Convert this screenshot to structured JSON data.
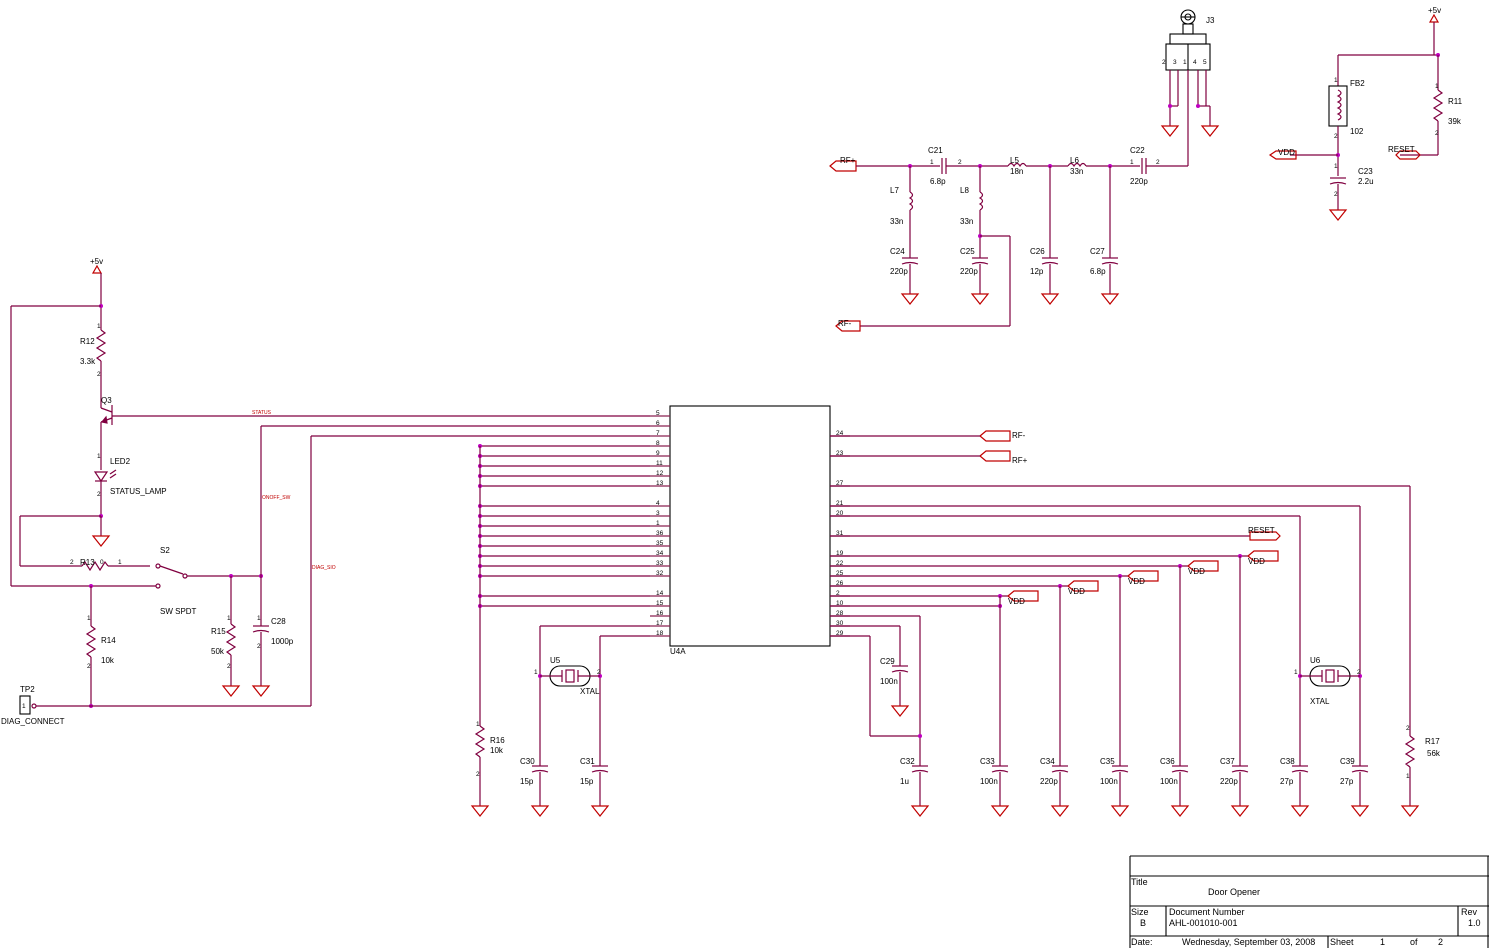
{
  "title_block": {
    "title_label": "Title",
    "title_value": "Door Opener",
    "size_label": "Size",
    "size_value": "B",
    "docnum_label": "Document Number",
    "docnum_value": "AHL-001010-001",
    "rev_label": "Rev",
    "rev_value": "1.0",
    "date_label": "Date:",
    "date_value": "Wednesday, September 03, 2008",
    "sheet_label": "Sheet",
    "sheet_num": "1",
    "of_label": "of",
    "sheet_total": "2"
  },
  "power": {
    "plus5": "+5v",
    "vdd": "VDD",
    "reset": "RESET",
    "rf_plus": "RF+",
    "rf_minus": "RF-"
  },
  "nets": {
    "status": "STATUS",
    "onoff": "ONOFF_SW",
    "diag": "DIAG_SIO"
  },
  "components": {
    "J3": "J3",
    "FB2": "FB2",
    "FB2_val": "102",
    "R11": "R11",
    "R11_val": "39k",
    "C23": "C23",
    "C23_val": "2.2u",
    "C21": "C21",
    "C21_val": "6.8p",
    "C22": "C22",
    "C22_val": "220p",
    "L5": "L5",
    "L5_val": "18n",
    "L6": "L6",
    "L6_val": "33n",
    "L7": "L7",
    "L7_val": "33n",
    "L8": "L8",
    "L8_val": "33n",
    "C24": "C24",
    "C24_val": "220p",
    "C25": "C25",
    "C25_val": "220p",
    "C26": "C26",
    "C26_val": "12p",
    "C27": "C27",
    "C27_val": "6.8p",
    "R12": "R12",
    "R12_val": "3.3k",
    "Q3": "Q3",
    "LED2": "LED2",
    "LED2_val": "STATUS_LAMP",
    "R13": "R13",
    "S2": "S2",
    "S2_val": "SW SPDT",
    "R14": "R14",
    "R14_val": "10k",
    "R15": "R15",
    "R15_val": "50k",
    "C28": "C28",
    "C28_val": "1000p",
    "TP2": "TP2",
    "TP2_val": "DIAG_CONNECT",
    "U4A": "U4A",
    "U5": "U5",
    "U5_val": "XTAL",
    "U6": "U6",
    "U6_val": "XTAL",
    "R16": "R16",
    "R16_val": "10k",
    "R17": "R17",
    "R17_val": "56k",
    "C29": "C29",
    "C29_val": "100n",
    "C30": "C30",
    "C30_val": "15p",
    "C31": "C31",
    "C31_val": "15p",
    "C32": "C32",
    "C32_val": "1u",
    "C33": "C33",
    "C33_val": "100n",
    "C34": "C34",
    "C34_val": "220p",
    "C35": "C35",
    "C35_val": "100n",
    "C36": "C36",
    "C36_val": "100n",
    "C37": "C37",
    "C37_val": "220p",
    "C38": "C38",
    "C38_val": "27p",
    "C39": "C39",
    "C39_val": "27p"
  },
  "u4a_left_pins": [
    "5",
    "6",
    "7",
    "8",
    "9",
    "11",
    "12",
    "13",
    "4",
    "3",
    "1",
    "36",
    "35",
    "34",
    "33",
    "32",
    "14",
    "15",
    "16",
    "17",
    "18"
  ],
  "u4a_right_pins": [
    "24",
    "23",
    "27",
    "21",
    "20",
    "31",
    "19",
    "22",
    "25",
    "26",
    "2",
    "10",
    "28",
    "30",
    "29"
  ]
}
